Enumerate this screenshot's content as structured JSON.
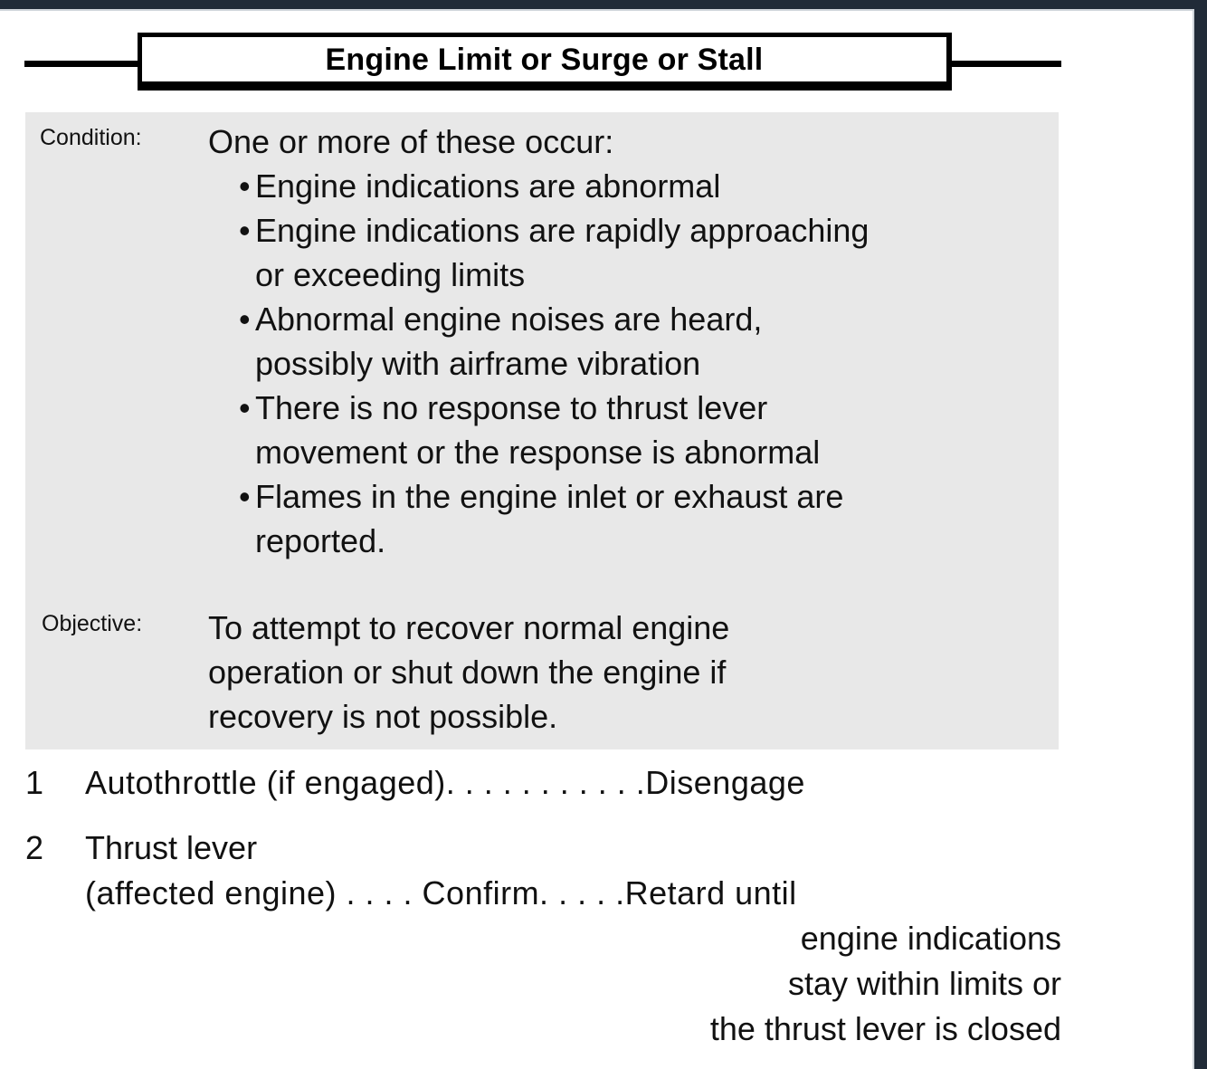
{
  "document": {
    "title": "Engine Limit or Surge or Stall"
  },
  "panel": {
    "condition": {
      "label": "Condition:",
      "lead": "One or more of these occur:",
      "bullets": [
        [
          "Engine indications are abnormal"
        ],
        [
          "Engine indications are rapidly approaching",
          "or exceeding limits"
        ],
        [
          "Abnormal engine noises are heard,",
          "possibly with airframe vibration"
        ],
        [
          "There is no response to thrust lever",
          "movement or the response is abnormal"
        ],
        [
          "Flames in the engine inlet or exhaust are",
          "reported."
        ]
      ]
    },
    "objective": {
      "label": "Objective:",
      "lines": [
        "To attempt to recover normal engine",
        "operation or shut down the engine if",
        "recovery is not possible."
      ]
    }
  },
  "steps": [
    {
      "number": "1",
      "lines": [
        {
          "text": "Autothrottle (if engaged). . . . . . . . . . .Disengage",
          "align": "left"
        }
      ]
    },
    {
      "number": "2",
      "lines": [
        {
          "text": "Thrust lever",
          "align": "left"
        },
        {
          "text": "(affected engine) . . . .  Confirm. . . . .Retard until",
          "align": "left"
        },
        {
          "text": "engine indications",
          "align": "right"
        },
        {
          "text": "stay within limits or",
          "align": "right"
        },
        {
          "text": "the thrust lever is closed",
          "align": "right"
        }
      ]
    }
  ],
  "colors": {
    "panel_background": "#e8e8e8",
    "chrome": "#212b38",
    "text": "#111111",
    "rule": "#000000"
  }
}
